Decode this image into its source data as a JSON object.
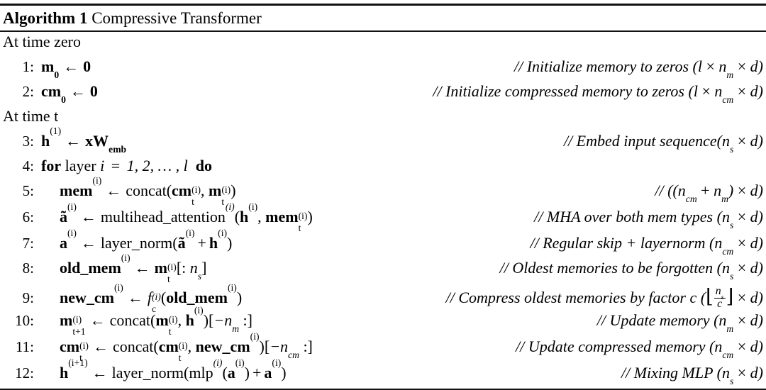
{
  "header": {
    "label": "Algorithm 1",
    "title": "Compressive Transformer"
  },
  "sections": [
    {
      "id": "at-time-zero",
      "text": "At time zero"
    },
    {
      "id": "at-time-t",
      "text": "At time t"
    }
  ],
  "lines": [
    {
      "num": "1:",
      "statement": "m_0 ← 0",
      "comment": "// Initialize memory to zeros (l × n_m × d)"
    },
    {
      "num": "2:",
      "statement": "cm_0 ← 0",
      "comment": "// Initialize compressed memory to zeros (l × n_cm × d)"
    },
    {
      "num": "3:",
      "statement": "h^(1) ← xW_emb",
      "comment": "// Embed input sequence(n_s × d)"
    },
    {
      "num": "4:",
      "statement": "for layer i = 1, 2, … , l  do",
      "comment": ""
    },
    {
      "num": "5:",
      "statement": "mem^(i) ← concat(cm_t^(i), m_t^(i))",
      "comment": "// ((n_cm + n_m) × d)"
    },
    {
      "num": "6:",
      "statement": "ã^(i) ← multihead_attention^(i)(h^(i), mem_t^(i))",
      "comment": "// MHA over both mem types (n_s × d)"
    },
    {
      "num": "7:",
      "statement": "a^(i) ← layer_norm(ã^(i) + h^(i))",
      "comment": "// Regular skip + layernorm (n_cm × d)"
    },
    {
      "num": "8:",
      "statement": "old_mem^(i) ← m_t^(i)[: n_s]",
      "comment": "// Oldest memories to be forgotten (n_s × d)"
    },
    {
      "num": "9:",
      "statement": "new_cm^(i) ← f_c^(i)(old_mem^(i))",
      "comment": "// Compress oldest memories by factor c (⌊n_s/c⌋ × d)"
    },
    {
      "num": "10:",
      "statement": "m_{t+1}^(i) ← concat(m_t^(i), h^(i))[−n_m :]",
      "comment": "// Update memory (n_m × d)"
    },
    {
      "num": "11:",
      "statement": "cm_t^(i) ← concat(cm_t^(i), new_cm^(i))[−n_cm :]",
      "comment": "// Update compressed memory (n_cm × d)"
    },
    {
      "num": "12:",
      "statement": "h^(i+1) ← layer_norm(mlp^(i)(a^(i)) + a^(i))",
      "comment": "// Mixing MLP (n_s × d)"
    }
  ],
  "symbols": {
    "arrow": "←",
    "times": "×",
    "plus": "+",
    "minus": "−",
    "comment_prefix": "//",
    "floor_left": "⌊",
    "floor_right": "⌋",
    "ellipsis": "…"
  },
  "colors": {
    "background": "#ffffff",
    "text": "#000000",
    "rule": "#111111"
  }
}
